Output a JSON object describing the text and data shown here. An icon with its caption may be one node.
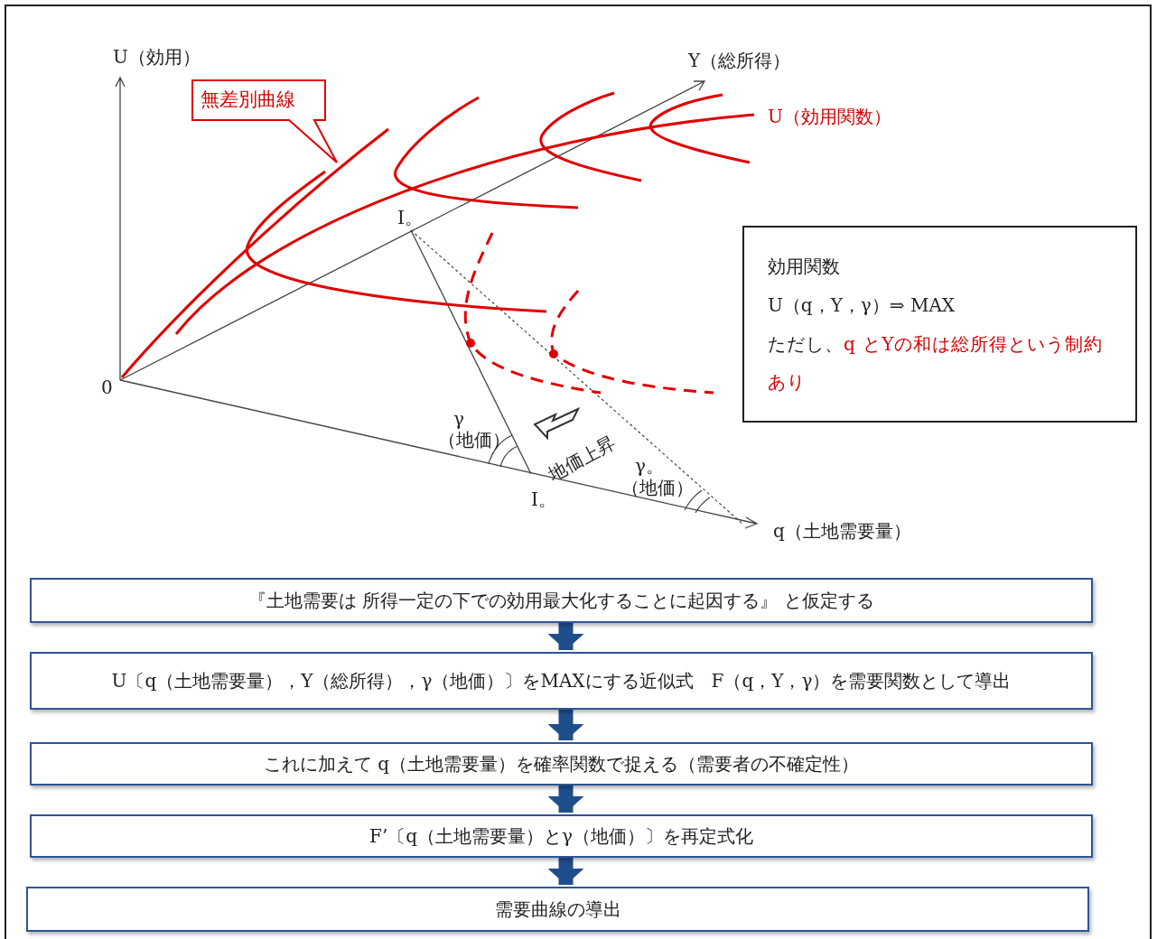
{
  "diagram": {
    "nodes": [
      {
        "text": [
          "無差別曲線"
        ]
      },
      {
        "text": [
          "効用関数",
          "U（q，Y，γ）⇒ MAX",
          "ただし、",
          "q とYの和は総所得という制約あり"
        ]
      },
      {
        "text": [
          "『土地需要は 所得一定の下での効用最大化することに起因する』 と仮定する"
        ]
      },
      {
        "text": [
          "U〔q（土地需要量），Y（総所得），γ（地価）〕をMAXにする近似式　F（q，Y，γ）を需要関数として導出"
        ]
      },
      {
        "text": [
          "これに加えて q（土地需要量）を確率関数で捉える（需要者の不確定性）"
        ]
      },
      {
        "text": [
          "F’〔q（土地需要量）とγ（地価）〕を再定式化"
        ]
      },
      {
        "text": [
          "需要曲線の導出"
        ]
      }
    ],
    "edges": [
      {
        "from": 2,
        "to": 3,
        "arrow": "to"
      },
      {
        "from": 3,
        "to": 4,
        "arrow": "to"
      },
      {
        "from": 4,
        "to": 5,
        "arrow": "to"
      },
      {
        "from": 5,
        "to": 6,
        "arrow": "to"
      }
    ],
    "labels": [
      "U（効用）",
      "Y（総所得）",
      "U（効用関数）",
      "I。",
      "0",
      "γ",
      "（地価）",
      "地価上昇",
      "I。",
      "γ。",
      "（地価）",
      "q（土地需要量）"
    ]
  }
}
